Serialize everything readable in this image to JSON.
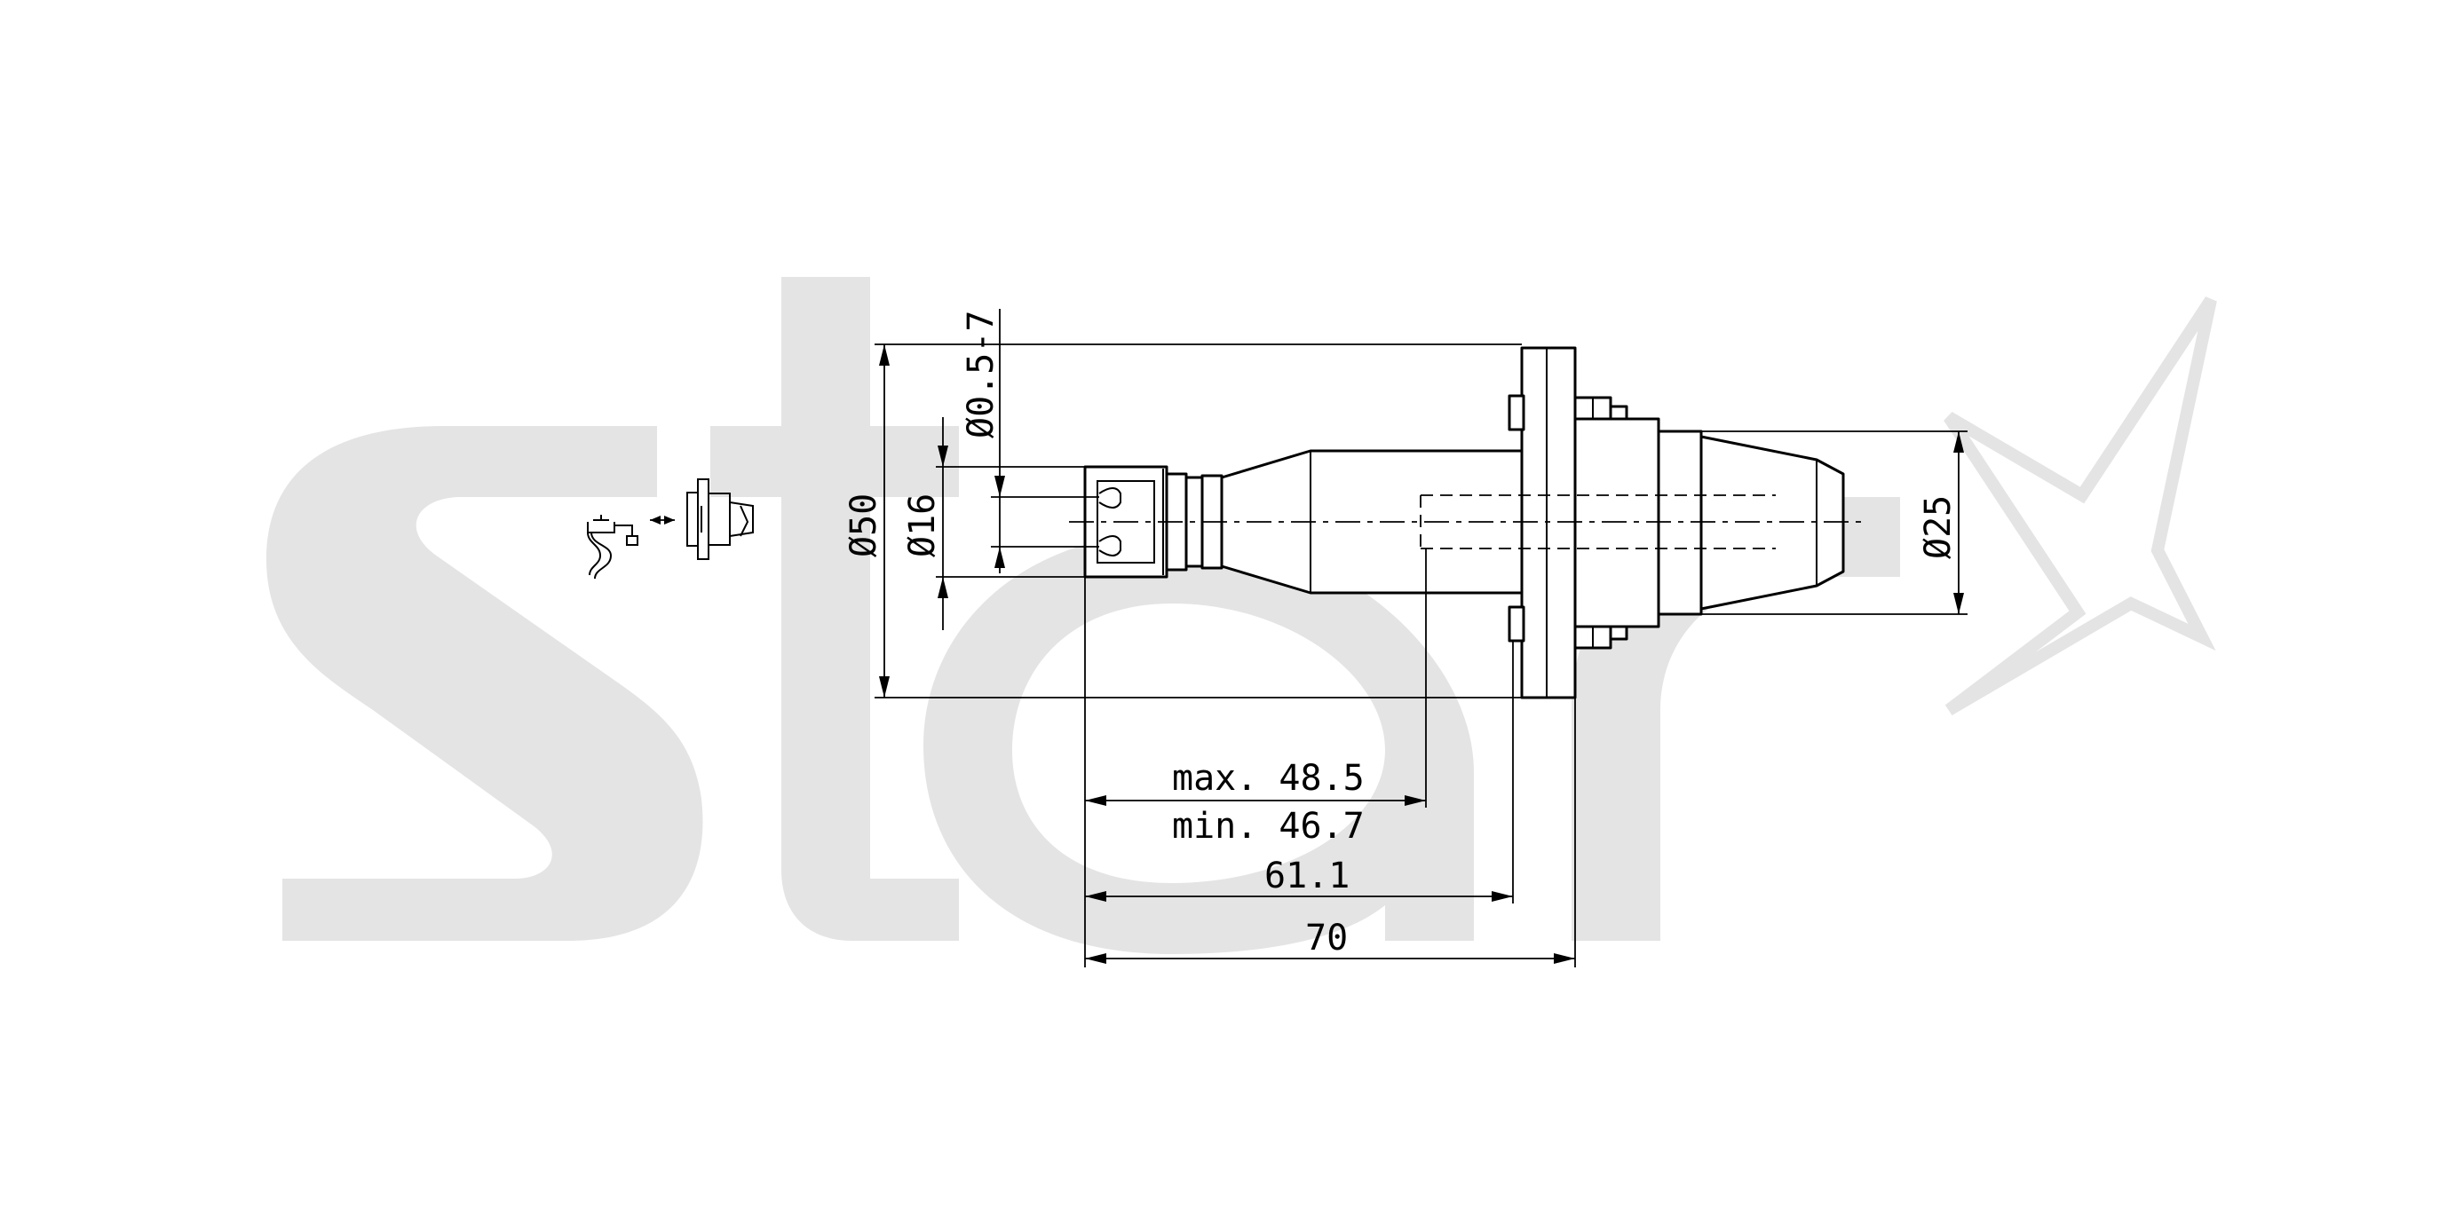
{
  "watermark": {
    "text": "star",
    "color": "#e4e4e4"
  },
  "icons": {
    "coolant": "coolant-tap-icon",
    "holder": "tool-holder-icon"
  },
  "dimensions": {
    "diameter_range": "Ø0.5-7",
    "diameter_collet": "Ø16",
    "diameter_flange": "Ø50",
    "diameter_shank": "Ø25",
    "length_max": "max. 48.5",
    "length_min": "min. 46.7",
    "length_mid": "61.1",
    "length_total": "70"
  }
}
